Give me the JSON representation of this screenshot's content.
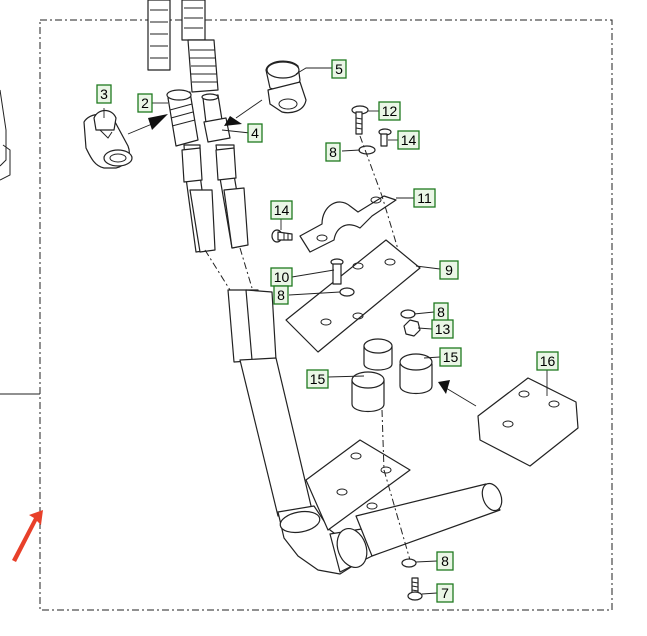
{
  "diagram": {
    "callouts": [
      {
        "label": "2"
      },
      {
        "label": "3"
      },
      {
        "label": "4"
      },
      {
        "label": "5"
      },
      {
        "label": "12"
      },
      {
        "label": "8"
      },
      {
        "label": "14"
      },
      {
        "label": "11"
      },
      {
        "label": "14"
      },
      {
        "label": "9"
      },
      {
        "label": "10"
      },
      {
        "label": "8"
      },
      {
        "label": "8"
      },
      {
        "label": "13"
      },
      {
        "label": "15"
      },
      {
        "label": "15"
      },
      {
        "label": "16"
      },
      {
        "label": "8"
      },
      {
        "label": "7"
      }
    ],
    "colors": {
      "callout_fill": "#eaf6e6",
      "callout_border": "#1f7a1f",
      "line": "#222222",
      "red_marker": "#e8402a"
    }
  }
}
